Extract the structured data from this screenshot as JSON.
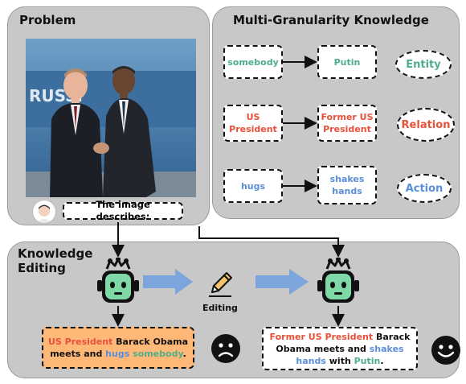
{
  "problem": {
    "title": "Problem",
    "prompt": "The image describes:"
  },
  "knowledge": {
    "title": "Multi-Granularity Knowledge",
    "rows": [
      {
        "from": "somebody",
        "to": "Putin",
        "tag": "Entity",
        "color": "#4fae8a"
      },
      {
        "from": "US President",
        "to": "Former US President",
        "tag": "Relation",
        "color": "#e8503a"
      },
      {
        "from": "hugs",
        "to": "shakes hands",
        "tag": "Action",
        "color": "#5a8fd8"
      }
    ]
  },
  "editing": {
    "title_line1": "Knowledge",
    "title_line2": "Editing",
    "editing_label": "Editing",
    "before": {
      "p1": "US President",
      "p2": " Barack Obama meets and ",
      "p3": "hugs",
      "p4": " ",
      "p5": "somebody",
      "p6": "."
    },
    "after": {
      "p1": "Former US President",
      "p2": " Barack Obama meets and ",
      "p3": "shakes hands",
      "p4": " with ",
      "p5": "Putin",
      "p6": "."
    }
  },
  "colors": {
    "panel": "#c8c8c8",
    "relation": "#e8503a",
    "entity": "#4fae8a",
    "action": "#5a8fd8",
    "robot": "#7ed9a6",
    "arrow_blue": "#6f9fe2",
    "before_box": "#ffb877"
  },
  "icons": [
    "user-avatar-icon",
    "robot-icon",
    "pencil-icon",
    "sad-face-icon",
    "happy-face-icon"
  ]
}
